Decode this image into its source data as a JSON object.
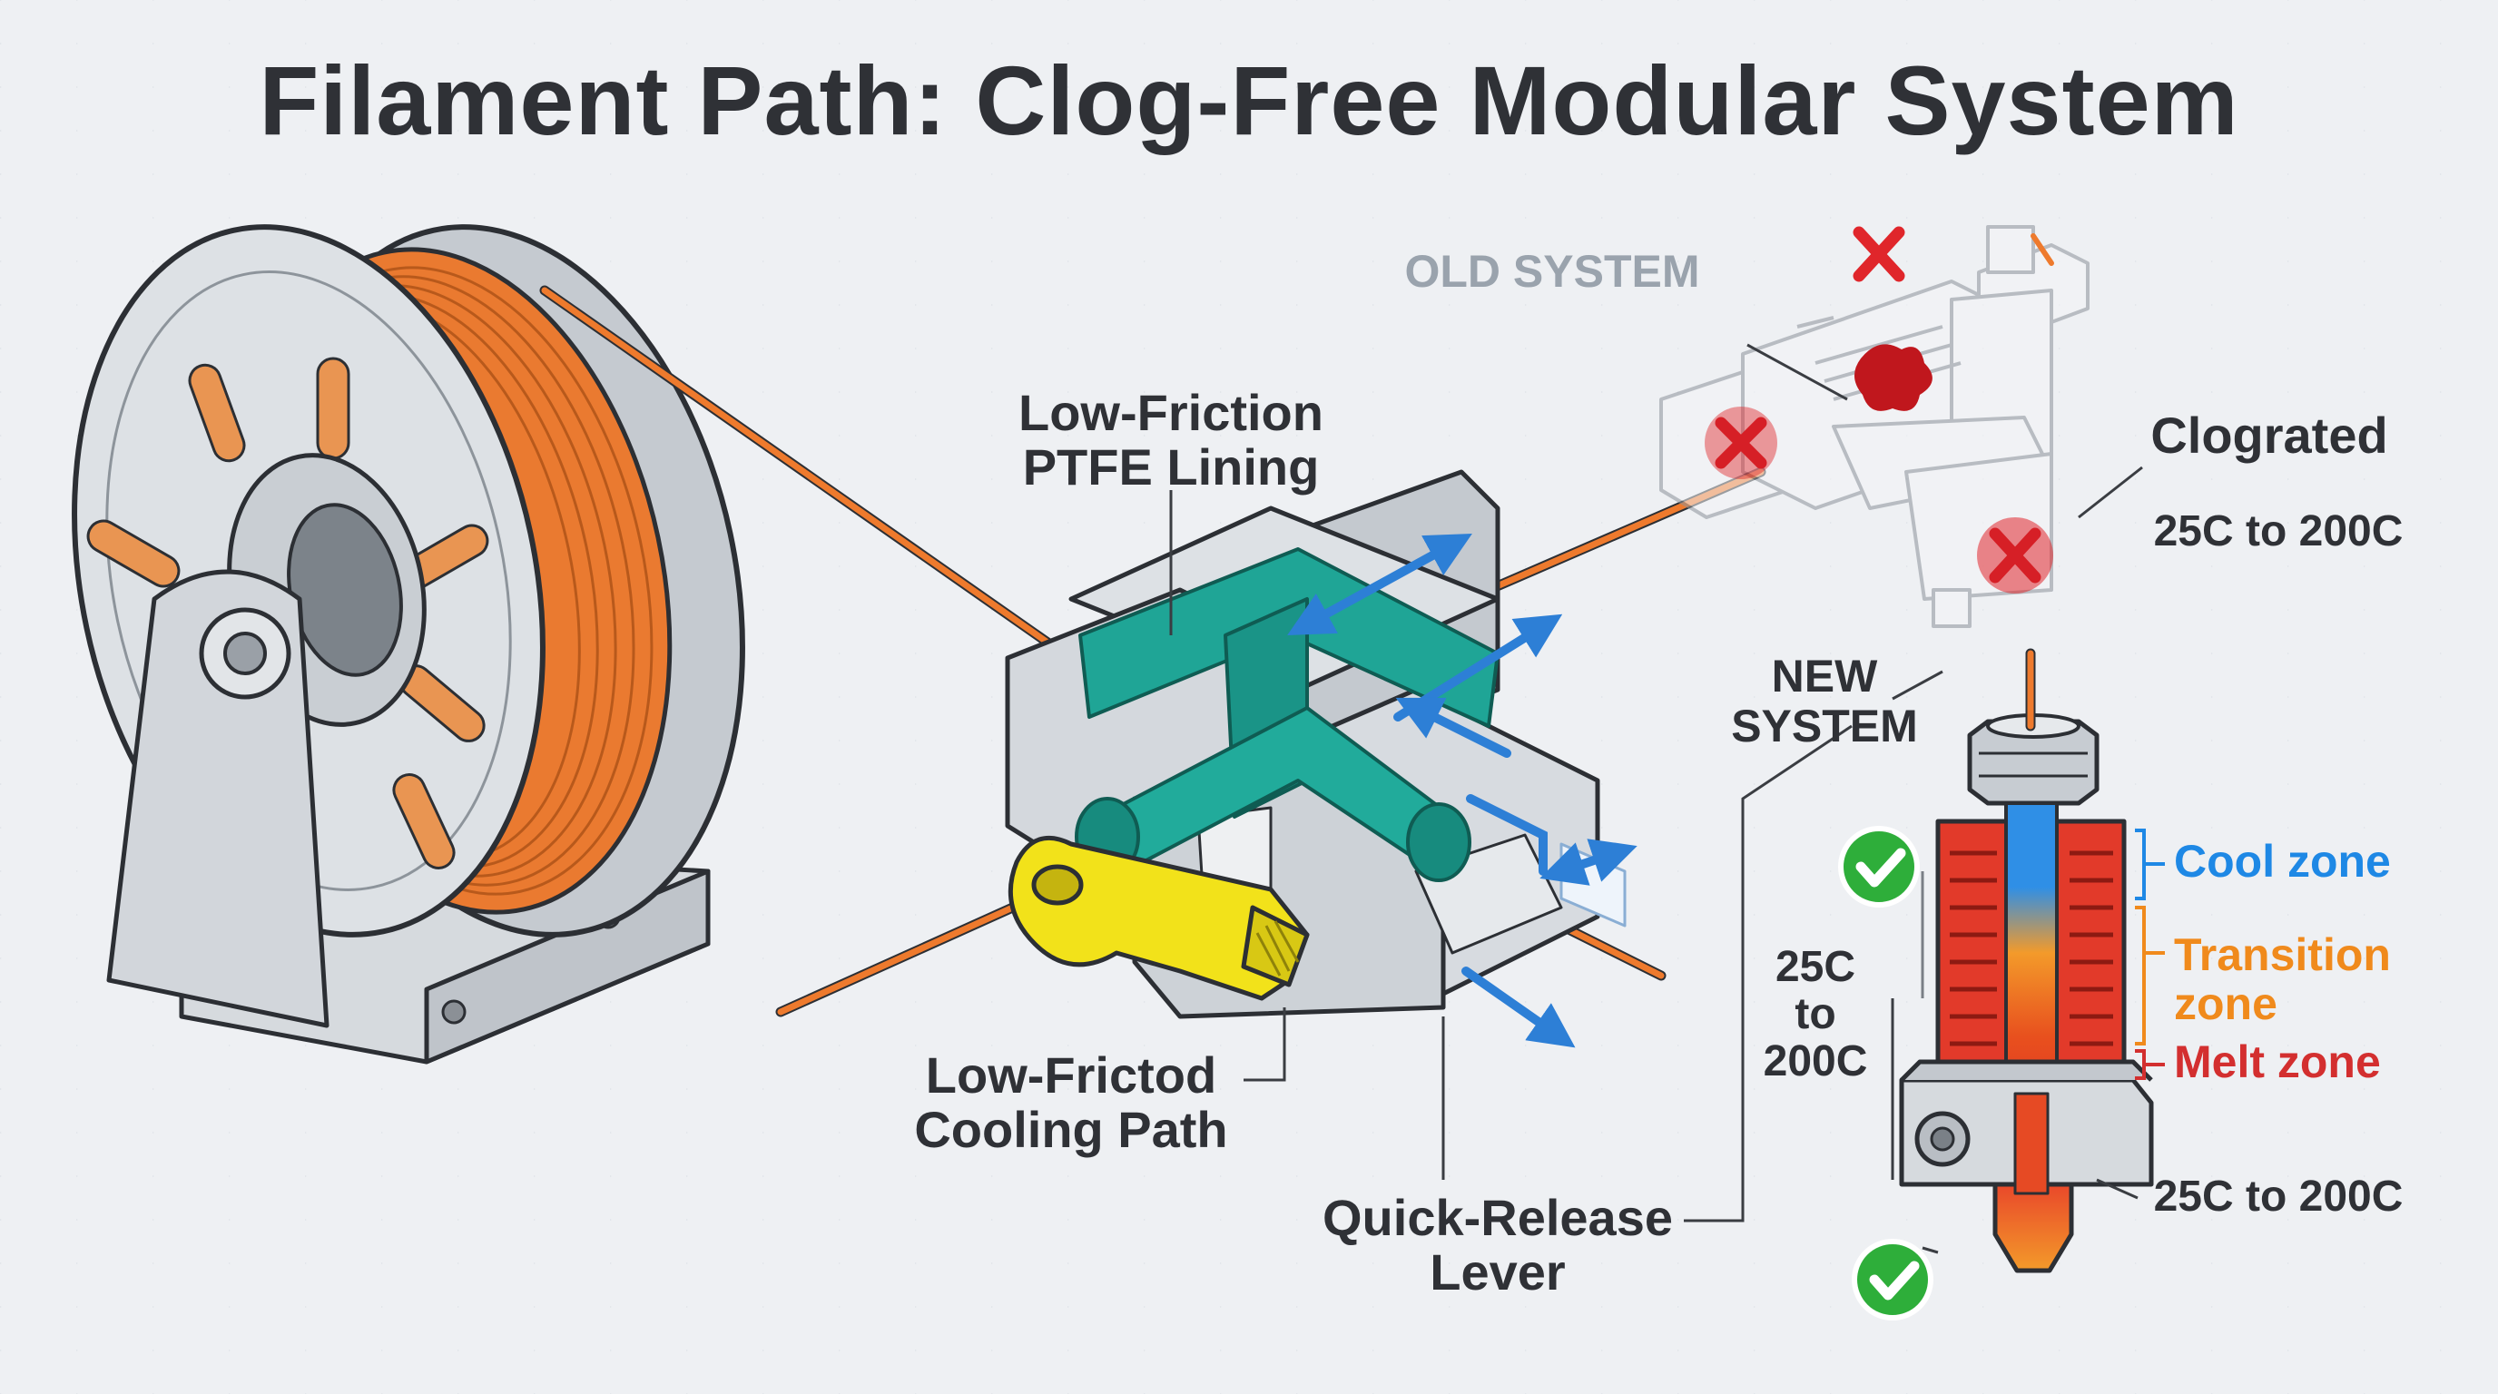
{
  "title": "Filament Path: Clog-Free Modular System",
  "labels": {
    "ptfe": [
      "Low-Friction",
      "PTFE Lining"
    ],
    "cooling": [
      "Low-Frictod",
      "Cooling Path"
    ],
    "lever": [
      "Quick-Release",
      "Lever"
    ],
    "old_system": "OLD SYSTEM",
    "new_system": [
      "NEW",
      "SYSTEM"
    ],
    "clograted": "Clograted",
    "old_temp": "25C to 200C",
    "new_temp_side": [
      "25C",
      "to",
      "200C"
    ],
    "nozzle_temp": "25C to 200C",
    "zones": {
      "cool": "Cool zone",
      "transition": [
        "Transition",
        "zone"
      ],
      "melt": "Melt zone"
    }
  },
  "colors": {
    "filament": "#ee7a2d",
    "ptfe_lining": "#1fa596",
    "lever": "#f2e21a",
    "heater": "#e23a2a",
    "cool_zone": "#1e88e5",
    "transition_zone": "#f08a1c",
    "melt_zone": "#d32f2f",
    "fail_mark": "#e0262b",
    "ok_mark": "#2eae3a",
    "old_system": "#9aa3ad",
    "text": "#2f3136"
  },
  "icons": [
    "fail-x-icon",
    "check-icon",
    "flow-arrow-icon"
  ]
}
